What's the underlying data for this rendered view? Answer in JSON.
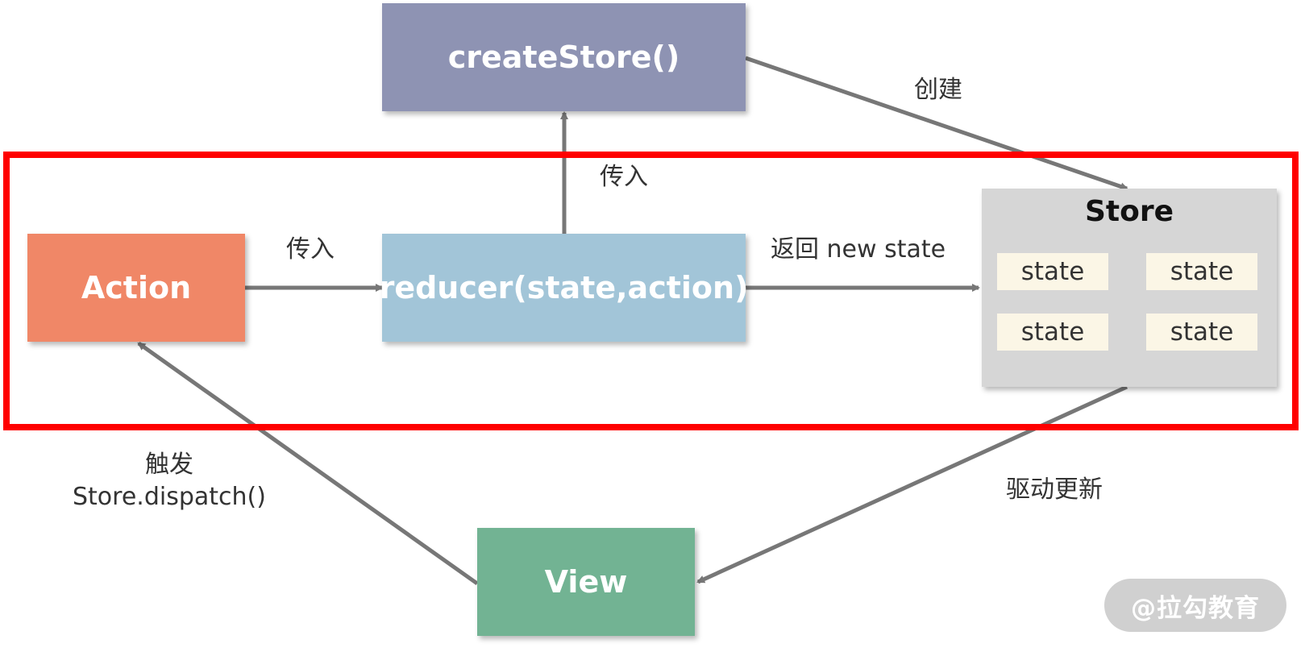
{
  "colors": {
    "createstore": "#8e93b3",
    "action": "#f08767",
    "reducer": "#a2c5d8",
    "view": "#72b393",
    "store_bg": "#d6d6d6",
    "state_chip": "#fbf6e6",
    "arrow": "#777777",
    "highlight": "#ff0000",
    "watermark": "#d0d0d0"
  },
  "nodes": {
    "create_store": "createStore()",
    "action": "Action",
    "reducer": "reducer(state,action)",
    "view": "View",
    "store": {
      "title": "Store",
      "states": [
        "state",
        "state",
        "state",
        "state"
      ]
    }
  },
  "edges": {
    "create": "创建",
    "pass_up": "传入",
    "pass_right": "传入",
    "return": "返回 new state",
    "drive_update": "驱动更新",
    "trigger_line1": "触发",
    "trigger_line2": "Store.dispatch()"
  },
  "watermark": "@拉勾教育"
}
